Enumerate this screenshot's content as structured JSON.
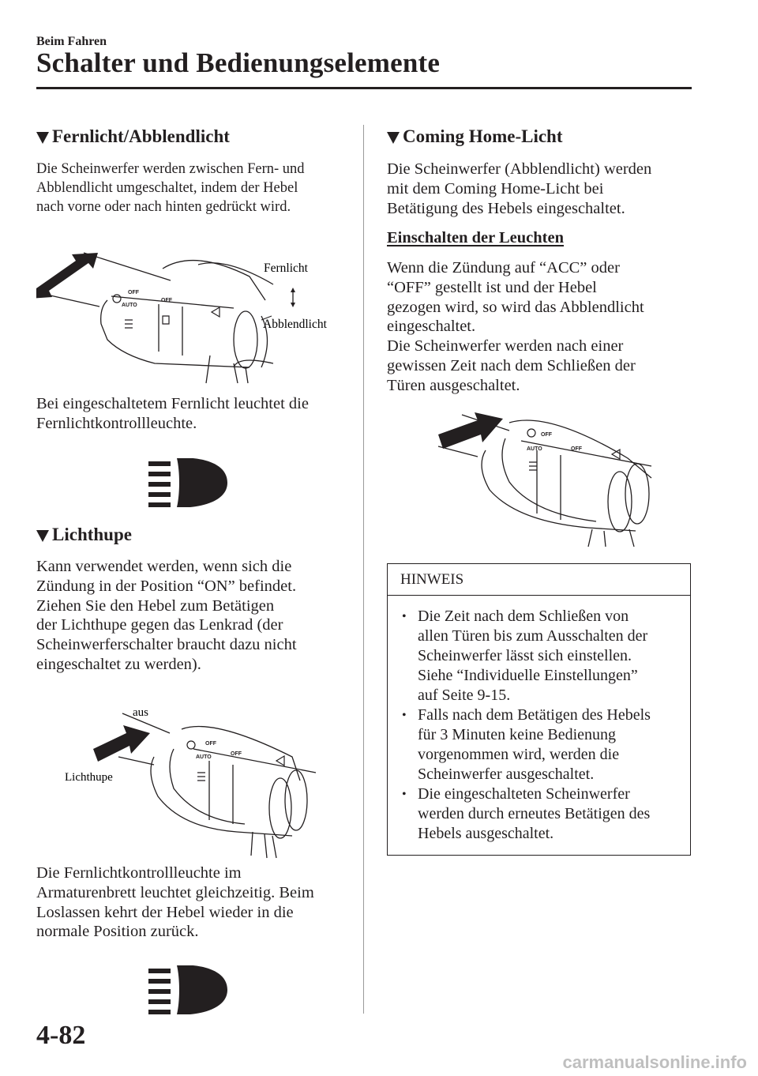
{
  "header": {
    "section": "Beim Fahren",
    "title": "Schalter und Bedienungselemente"
  },
  "left": {
    "s1": {
      "heading": "Fernlicht/Abblendlicht",
      "intro": [
        "Die Scheinwerfer werden zwischen Fern- und",
        "Abblendlicht umgeschaltet, indem der Hebel",
        "nach vorne oder nach hinten gedrückt wird."
      ],
      "fig_label_1": "Fernlicht",
      "fig_label_2": "Abblendlicht",
      "after": [
        "Bei eingeschaltetem Fernlicht leuchtet die",
        "Fernlichtkontrollleuchte."
      ]
    },
    "s2": {
      "heading": "Lichthupe",
      "intro": [
        "Kann verwendet werden, wenn sich die",
        "Zündung in der Position “ON” befindet.",
        "Ziehen Sie den Hebel zum Betätigen",
        "der Lichthupe gegen das Lenkrad (der",
        "Scheinwerferschalter braucht dazu nicht",
        "eingeschaltet zu werden)."
      ],
      "fig_label_1": "aus",
      "fig_label_2": "Lichthupe",
      "after": [
        "Die Fernlichtkontrollleuchte im",
        "Armaturenbrett leuchtet gleichzeitig. Beim",
        "Loslassen kehrt der Hebel wieder in die",
        "normale Position zurück."
      ]
    }
  },
  "right": {
    "s3": {
      "heading": "Coming Home-Licht",
      "intro": [
        "Die Scheinwerfer (Abblendlicht) werden",
        "mit dem Coming Home-Licht bei",
        "Betätigung des Hebels eingeschaltet."
      ],
      "subheading": "Einschalten der Leuchten",
      "body": [
        "Wenn die Zündung auf “ACC” oder",
        "“OFF” gestellt ist und der Hebel",
        "gezogen wird, so wird das Abblendlicht",
        "eingeschaltet.",
        "Die Scheinwerfer werden nach einer",
        "gewissen Zeit nach dem Schließen der",
        "Türen ausgeschaltet."
      ]
    },
    "note": {
      "title": "HINWEIS",
      "items": [
        [
          "Die Zeit nach dem Schließen von",
          "allen Türen bis zum Ausschalten der",
          "Scheinwerfer lässt sich einstellen.",
          "Siehe “Individuelle Einstellungen”",
          "auf Seite 9-15."
        ],
        [
          "Falls nach dem Betätigen des Hebels",
          "für 3 Minuten keine Bedienung",
          "vorgenommen wird, werden die",
          "Scheinwerfer ausgeschaltet."
        ],
        [
          "Die eingeschalteten Scheinwerfer",
          "werden durch erneutes Betätigen des",
          "Hebels ausgeschaltet."
        ]
      ]
    }
  },
  "switch_text": {
    "off": "OFF",
    "auto": "AUTO"
  },
  "footer": {
    "page": "4-82",
    "url": "carmanualsonline.info"
  }
}
